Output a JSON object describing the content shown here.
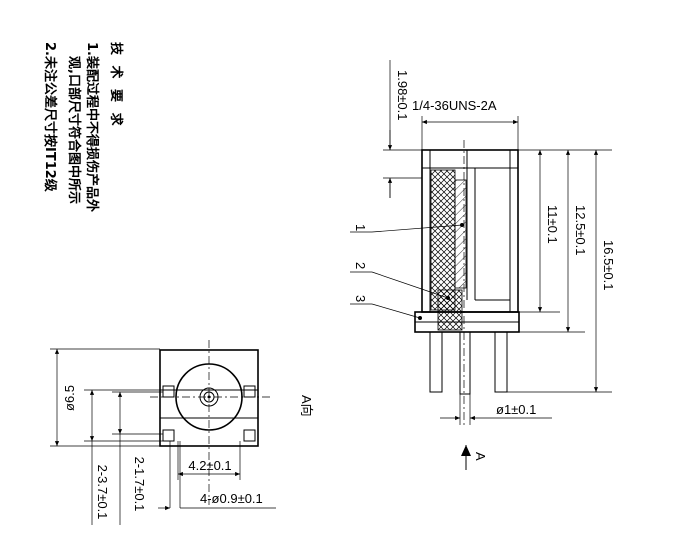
{
  "notes": {
    "title": "技 术 要 求",
    "line1a": "1.装配过程中不得损伤产品外",
    "line1b": "观,口部尺寸符合图中所示",
    "line2": "2.未注公差尺寸按IT12级"
  },
  "top_view": {
    "dim_diameter": "ø6.5",
    "dim_inner": "2-1.7±0.1",
    "dim_outer": "2-3.7±0.1",
    "dim_width": "4.2±0.1",
    "dim_pins": "4-ø0.9±0.1"
  },
  "side_view": {
    "view_label": "A向",
    "thread": "1/4-36UNS-2A",
    "dim_top": "1.98±0.1",
    "dim_11": "11±0.1",
    "dim_12_5": "12.5±0.1",
    "dim_16_5": "16.5±0.1",
    "dim_pin": "ø1±0.1",
    "arrow_label": "A",
    "callout_1": "1",
    "callout_2": "2",
    "callout_3": "3"
  }
}
